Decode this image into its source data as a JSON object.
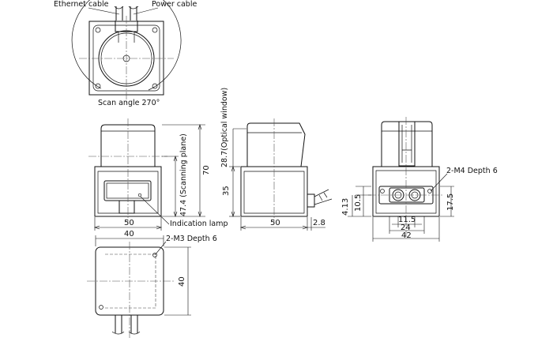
{
  "labels": {
    "ethernet_cable": "Ethernet cable",
    "power_cable": "Power cable",
    "scan_angle": "Scan angle 270°",
    "optical_window": "28.7(Optical window)",
    "scanning_plane": "47.4 (Scanning plane)",
    "indication_lamp": "Indication lamp",
    "m3_depth": "2-M3 Depth 6",
    "m4_depth": "2-M4 Depth 6"
  },
  "dimensions": {
    "front_height": "70",
    "front_width": "50",
    "side_lower_height": "35",
    "side_width": "50",
    "side_offset": "2.8",
    "rear_4_13": "4.13",
    "rear_10_5": "10.5",
    "rear_17_5": "17.5",
    "rear_11_5": "11.5",
    "rear_24": "24",
    "rear_42": "42",
    "bottom_width": "40",
    "bottom_depth": "40"
  }
}
